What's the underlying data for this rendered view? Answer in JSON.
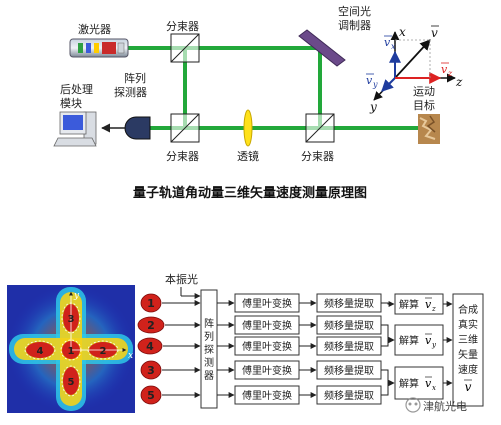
{
  "top_diagram": {
    "laser": "激光器",
    "splitter": "分束器",
    "slm": [
      "空间光",
      "调制器"
    ],
    "post_processing": [
      "后处理",
      "模块"
    ],
    "array_detector": [
      "阵列",
      "探测器"
    ],
    "lens": "透镜",
    "target": [
      "运动",
      "目标"
    ],
    "axes": {
      "x": "x",
      "y": "y",
      "z": "z",
      "vx": "v",
      "vx_sub": "x",
      "vy": "v",
      "vy_sub": "y",
      "vz": "v",
      "vz_sub": "z",
      "v": "v"
    }
  },
  "caption": "量子轨道角动量三维矢量速度测量原理图",
  "bottom_diagram": {
    "reference_light": "本振光",
    "heatmap_labels": [
      "4",
      "2",
      "1",
      "3",
      "5"
    ],
    "heatmap_axis": [
      "x",
      "y"
    ],
    "channel_numbers": [
      "1",
      "2",
      "4",
      "3",
      "5"
    ],
    "detector": [
      "阵",
      "列",
      "探",
      "测",
      "器"
    ],
    "fourier": "傅里叶变换",
    "freq_shift": "频移量提取",
    "solve_prefix": "解算",
    "solve_vars": [
      {
        "sym": "v",
        "sub": "z"
      },
      {
        "sym": "v",
        "sub": "y"
      },
      {
        "sym": "v",
        "sub": "x"
      }
    ],
    "synth": [
      "合成",
      "真实",
      "三维",
      "矢量",
      "速度"
    ],
    "synth_v": "v",
    "watermark": "津航光电"
  }
}
